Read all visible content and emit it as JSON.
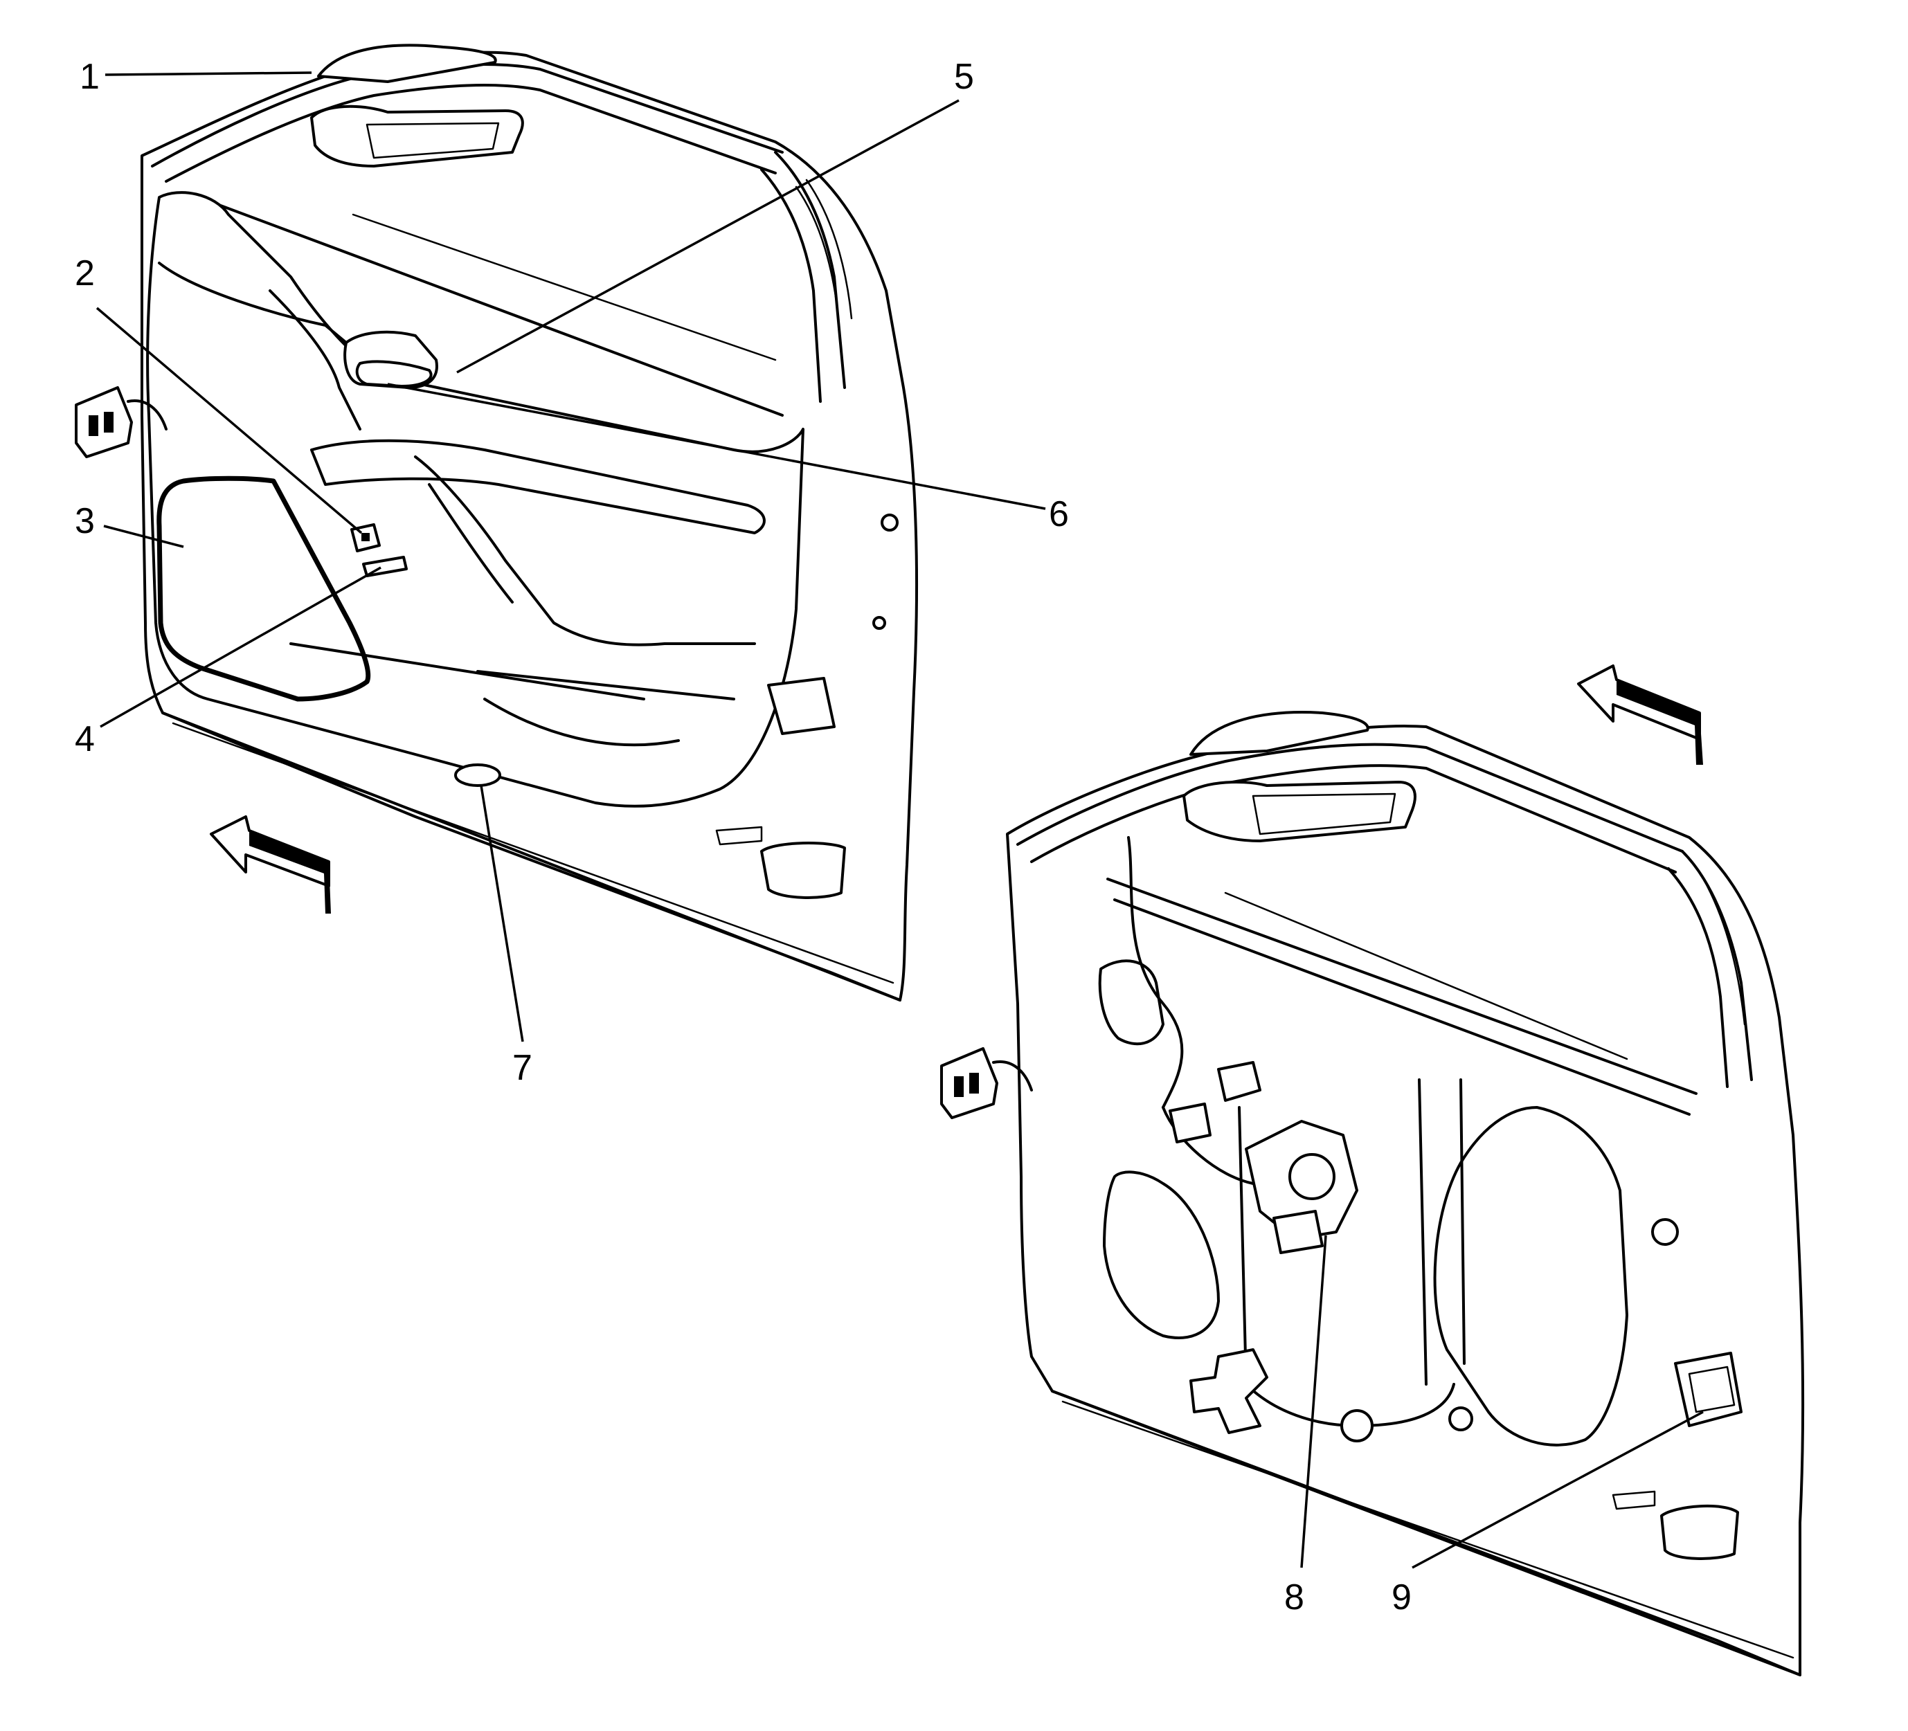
{
  "diagram": {
    "callouts": [
      {
        "id": "1",
        "text": "1"
      },
      {
        "id": "2",
        "text": "2"
      },
      {
        "id": "3",
        "text": "3"
      },
      {
        "id": "4",
        "text": "4"
      },
      {
        "id": "5",
        "text": "5"
      },
      {
        "id": "6",
        "text": "6"
      },
      {
        "id": "7",
        "text": "7"
      },
      {
        "id": "8",
        "text": "8"
      },
      {
        "id": "9",
        "text": "9"
      }
    ],
    "line_color": "#000000",
    "background": "#ffffff",
    "views": [
      "door-with-trim-panel",
      "door-inner-panel-exposed"
    ],
    "arrows": [
      "forward-direction-arrow",
      "forward-direction-arrow"
    ]
  }
}
